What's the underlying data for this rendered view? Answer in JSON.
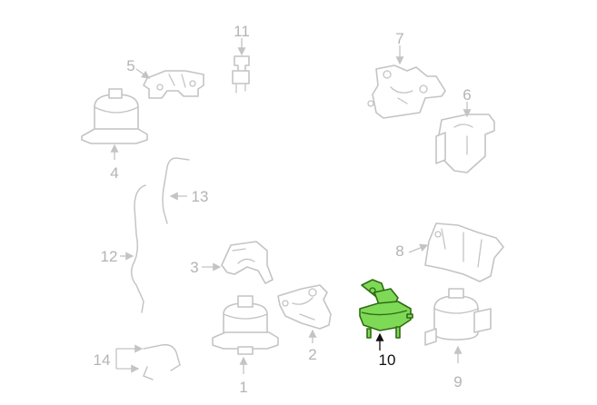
{
  "colors": {
    "part_outline": "#c4c4c4",
    "callout_text": "#b4b4b4",
    "highlight_fill": "#7ed957",
    "highlight_outline": "#2f6b12",
    "highlight_text": "#111111"
  },
  "callouts": {
    "c1": "1",
    "c2": "2",
    "c3": "3",
    "c4": "4",
    "c5": "5",
    "c6": "6",
    "c7": "7",
    "c8": "8",
    "c9": "9",
    "c10": "10",
    "c11": "11",
    "c12": "12",
    "c13": "13",
    "c14": "14"
  },
  "highlighted_part": "10"
}
